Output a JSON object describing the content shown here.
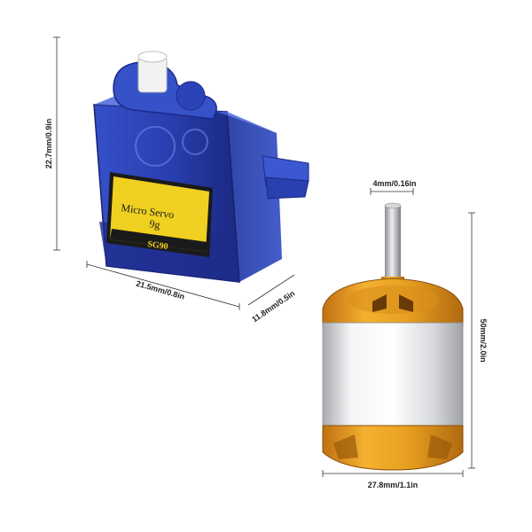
{
  "servo": {
    "label_line1": "Micro Servo",
    "label_line2": "9g",
    "model": "SG90",
    "height_dim": "22.7mm/0.9in",
    "width_dim": "21.5mm/0.8in",
    "depth_dim": "11.8mm/0.5in",
    "body_color": "#2a3fb0",
    "label_color": "#f0d020"
  },
  "motor": {
    "shaft_dim": "4mm/0.16in",
    "height_dim": "50mm/2.0in",
    "width_dim": "27.8mm/1.1in",
    "cap_color": "#e8a020",
    "can_color": "#d8dadc"
  }
}
